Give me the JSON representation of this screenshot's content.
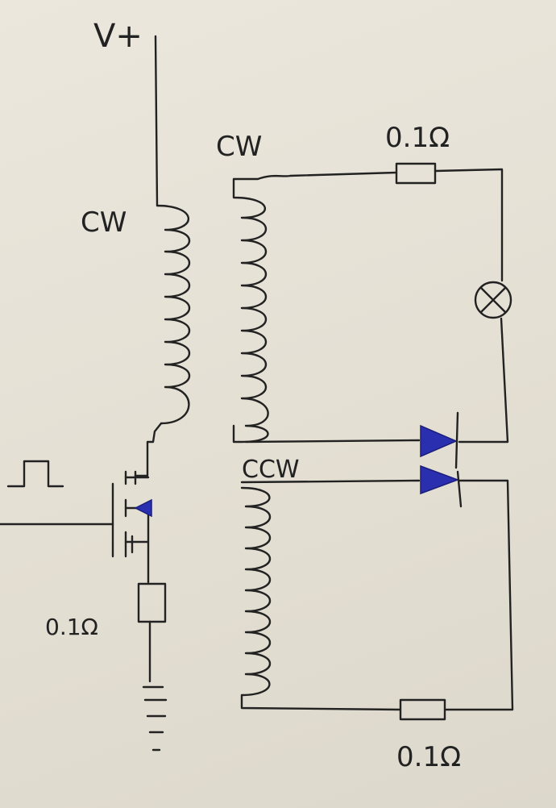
{
  "labels": {
    "vplus": "V+",
    "cw_primary": "CW",
    "cw_secondary": "CW",
    "ccw_secondary": "CCW",
    "r_top": "0.1Ω",
    "r_bottom": "0.1Ω",
    "r_source": "0.1Ω"
  },
  "colors": {
    "paper": "#e6e1d6",
    "ink": "#222222",
    "diode_fill": "#2a2fb0"
  },
  "icons": {
    "input_pulse": "square-pulse-icon",
    "lamp": "lamp-icon",
    "ground": "ground-icon"
  }
}
